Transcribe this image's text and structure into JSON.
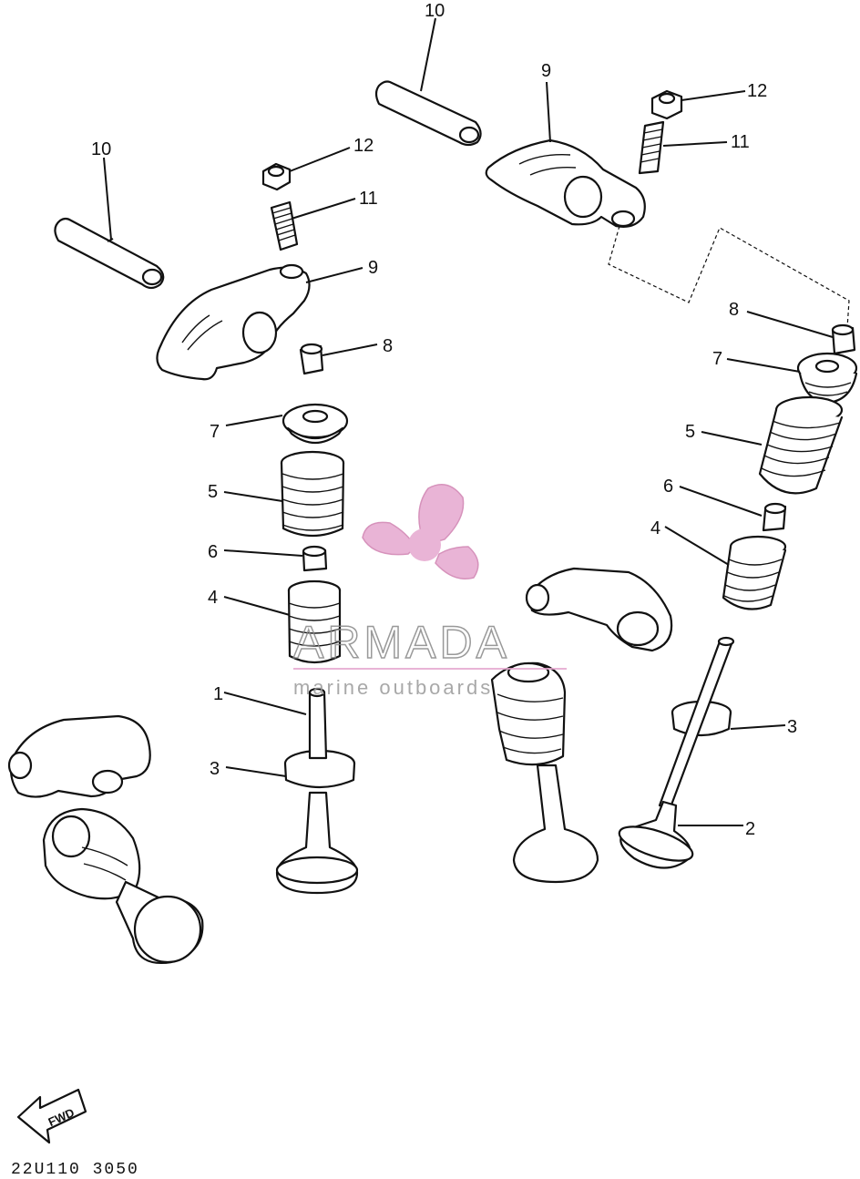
{
  "callouts": {
    "c10a": "10",
    "c12a": "12",
    "c11a": "11",
    "c9a": "9",
    "c8a": "8",
    "c7a": "7",
    "c5a": "5",
    "c6a": "6",
    "c4a": "4",
    "c1": "1",
    "c3a": "3",
    "c10b": "10",
    "c9b": "9",
    "c12b": "12",
    "c11b": "11",
    "c8b": "8",
    "c7b": "7",
    "c5b": "5",
    "c6b": "6",
    "c4b": "4",
    "c3b": "3",
    "c2": "2"
  },
  "fwd_label": "FWD",
  "drawing_code": "22U110 3050",
  "watermark": {
    "brand": "ARMADA",
    "tagline": "marine outboards",
    "color": "#e6a8cf"
  }
}
